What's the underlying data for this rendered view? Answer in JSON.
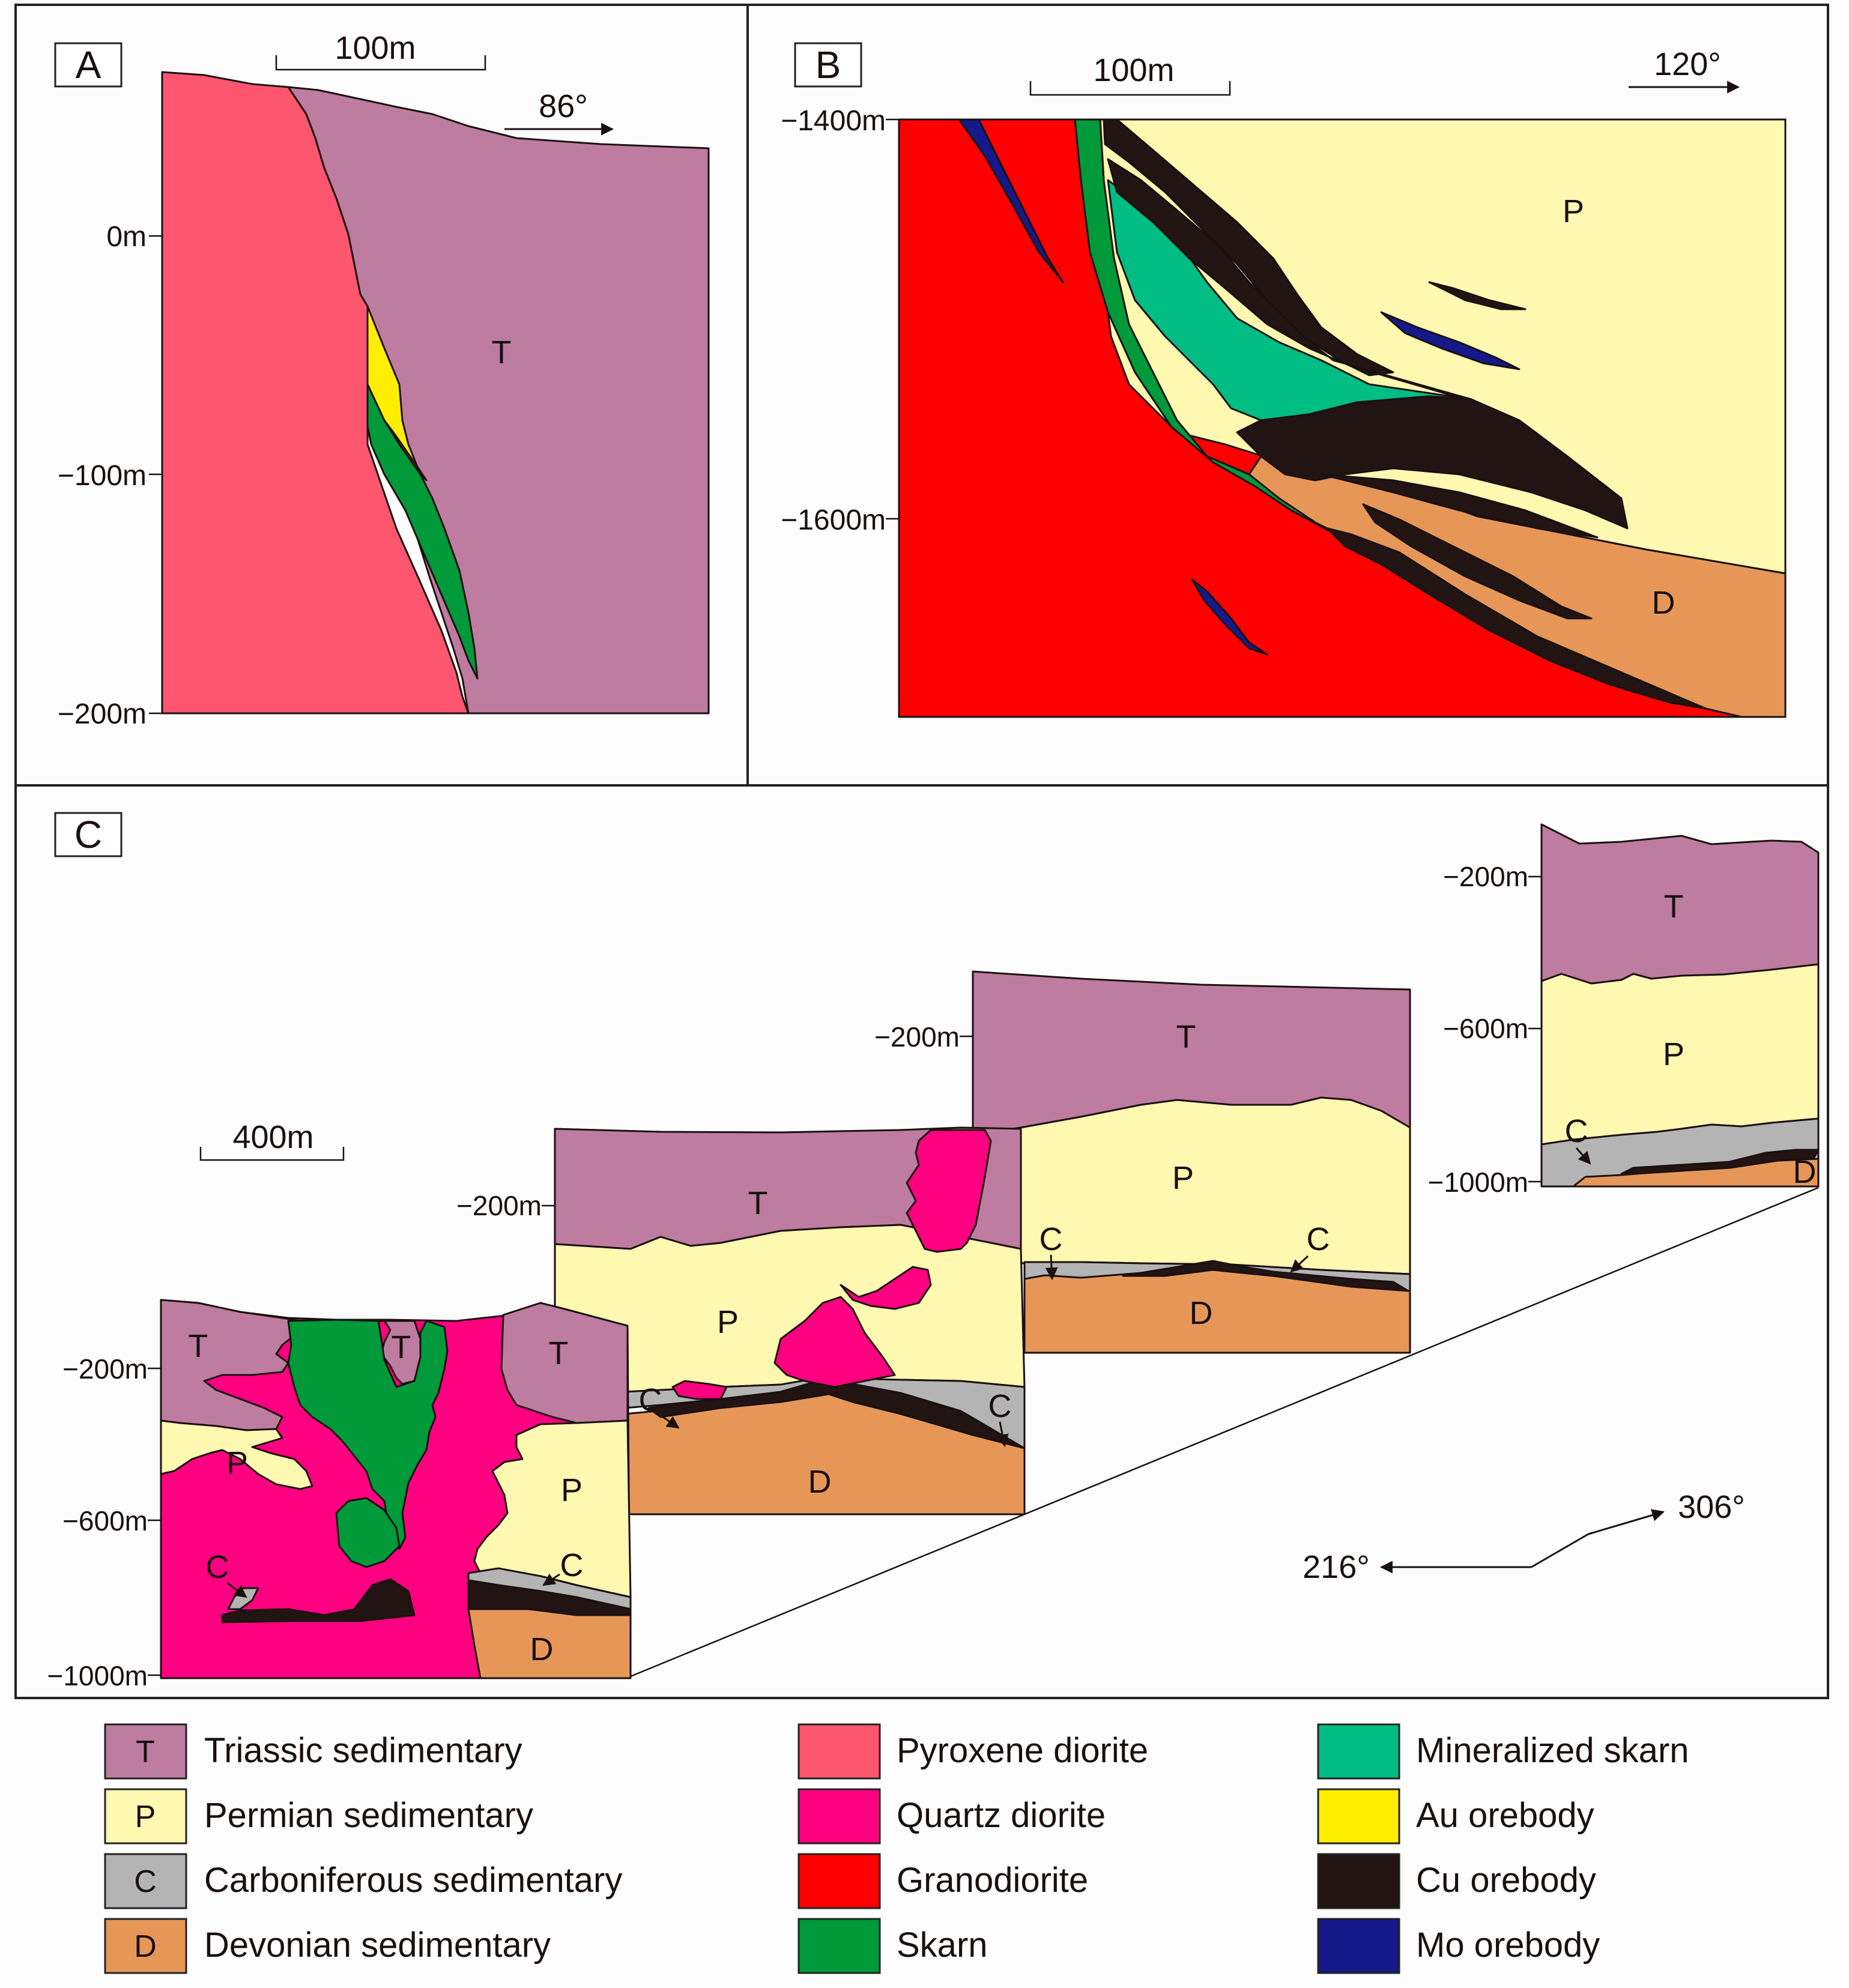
{
  "colors": {
    "triassic": "#be7ca0",
    "permian": "#fff8b0",
    "carboniferous": "#b4b4b4",
    "devonian": "#e69758",
    "pyroxene_diorite": "#ff566f",
    "quartz_diorite": "#ff0080",
    "granodiorite": "#ff0000",
    "skarn": "#009a3a",
    "mineralized_skarn": "#00bd84",
    "au_orebody": "#ffee00",
    "cu_orebody": "#221412",
    "mo_orebody": "#15198a"
  },
  "panel_a": {
    "label": "A",
    "scale_bar": "100m",
    "direction": "86°",
    "ticks": [
      "0m",
      "−100m",
      "−200m"
    ],
    "unit_labels": [
      "T"
    ]
  },
  "panel_b": {
    "label": "B",
    "scale_bar": "100m",
    "direction": "120°",
    "ticks": [
      "−1400m",
      "−1600m"
    ],
    "unit_labels": [
      "P",
      "D"
    ]
  },
  "panel_c": {
    "label": "C",
    "scale_bar": "400m",
    "direction_left": "216°",
    "direction_right": "306°",
    "section1": {
      "ticks": [
        "−200m",
        "−600m",
        "−1000m"
      ],
      "labels": [
        "T",
        "T",
        "T",
        "P",
        "P",
        "C",
        "C",
        "D"
      ]
    },
    "section2": {
      "ticks": [
        "−200m"
      ],
      "labels": [
        "T",
        "P",
        "C",
        "C",
        "D"
      ]
    },
    "section3": {
      "ticks": [
        "−200m"
      ],
      "labels": [
        "T",
        "P",
        "C",
        "C",
        "D"
      ]
    },
    "section4": {
      "ticks": [
        "−200m",
        "−600m",
        "−1000m"
      ],
      "labels": [
        "T",
        "P",
        "C",
        "D"
      ]
    }
  },
  "legend": {
    "items": [
      {
        "symbol": "T",
        "label": "Triassic sedimentary",
        "color": "#be7ca0"
      },
      {
        "symbol": "P",
        "label": "Permian sedimentary",
        "color": "#fff8b0"
      },
      {
        "symbol": "C",
        "label": "Carboniferous sedimentary",
        "color": "#b4b4b4"
      },
      {
        "symbol": "D",
        "label": "Devonian sedimentary",
        "color": "#e69758"
      },
      {
        "symbol": "",
        "label": "Pyroxene diorite",
        "color": "#ff566f"
      },
      {
        "symbol": "",
        "label": "Quartz diorite",
        "color": "#ff0080"
      },
      {
        "symbol": "",
        "label": "Granodiorite",
        "color": "#ff0000"
      },
      {
        "symbol": "",
        "label": "Skarn",
        "color": "#009a3a"
      },
      {
        "symbol": "",
        "label": "Mineralized skarn",
        "color": "#00bd84"
      },
      {
        "symbol": "",
        "label": "Au orebody",
        "color": "#ffee00"
      },
      {
        "symbol": "",
        "label": "Cu orebody",
        "color": "#221412"
      },
      {
        "symbol": "",
        "label": "Mo orebody",
        "color": "#15198a"
      }
    ]
  }
}
